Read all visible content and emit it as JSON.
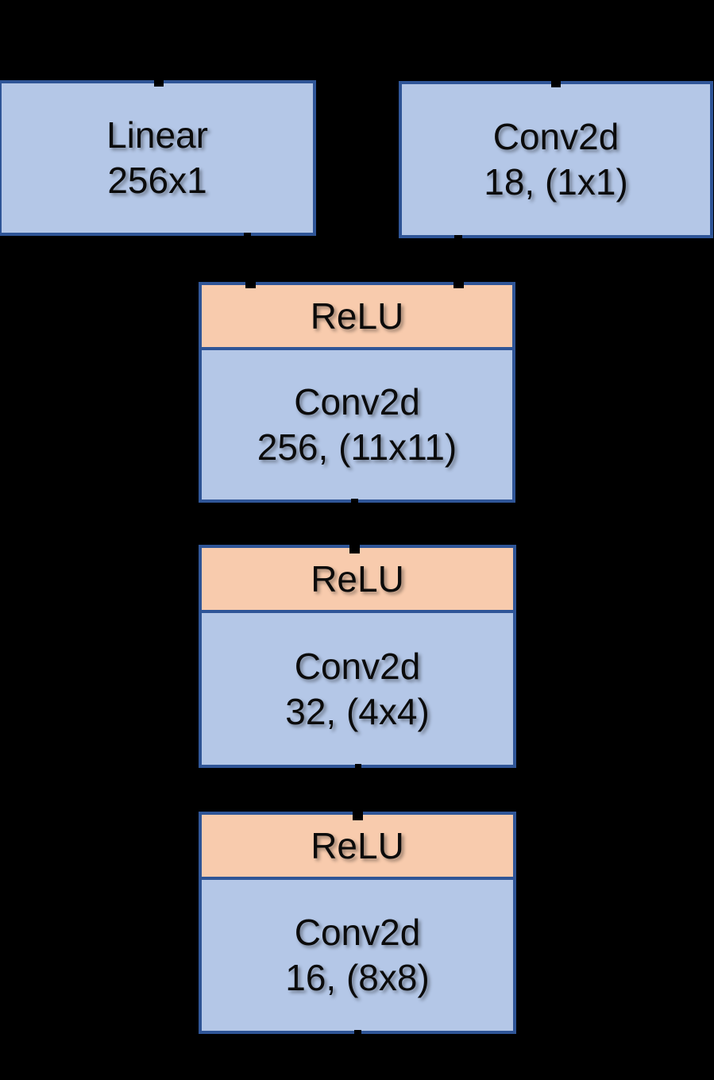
{
  "diagram": {
    "description": "Neural network architecture diagram",
    "colors": {
      "background": "#000000",
      "box_fill": "#B4C7E7",
      "relu_fill": "#F8CBAD",
      "border": "#2F5597",
      "text": "#0B0B0B"
    },
    "nodes": {
      "linear": {
        "line1": "Linear",
        "line2": "256x1"
      },
      "conv_1x1": {
        "line1": "Conv2d",
        "line2": "18, (1x1)"
      },
      "conv_11x11": {
        "activation": "ReLU",
        "line1": "Conv2d",
        "line2": "256, (11x11)"
      },
      "conv_4x4": {
        "activation": "ReLU",
        "line1": "Conv2d",
        "line2": "32, (4x4)"
      },
      "conv_8x8": {
        "activation": "ReLU",
        "line1": "Conv2d",
        "line2": "16, (8x8)"
      }
    }
  }
}
